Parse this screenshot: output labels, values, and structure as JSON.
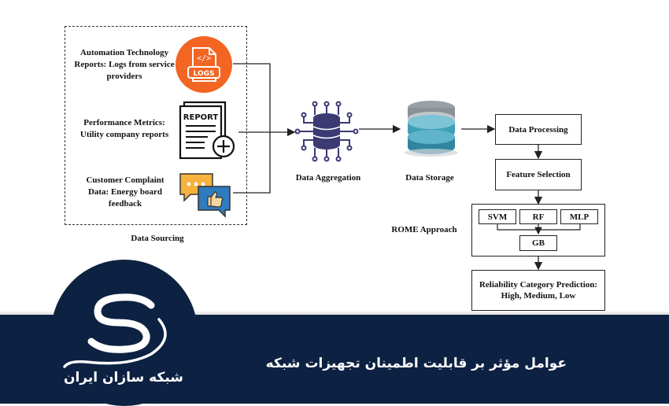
{
  "diagram": {
    "sources": [
      {
        "label": "Automation Technology Reports: Logs from service providers",
        "icon": "logs-icon",
        "icon_text": "LOGS"
      },
      {
        "label": "Performance Metrics: Utility company reports",
        "icon": "report-icon",
        "icon_text": "REPORT"
      },
      {
        "label": "Customer Complaint Data: Energy board feedback",
        "icon": "feedback-icon"
      }
    ],
    "data_sourcing_label": "Data Sourcing",
    "data_aggregation_label": "Data Aggregation",
    "data_storage_label": "Data Storage",
    "data_processing_label": "Data Processing",
    "feature_selection_label": "Feature Selection",
    "rome_label": "ROME Approach",
    "models": [
      "SVM",
      "RF",
      "MLP",
      "GB"
    ],
    "prediction_label": "Reliability Category Prediction: High, Medium, Low"
  },
  "banner": {
    "title": "عوامل مؤثر بر قابلیت اطمینان تجهیزات شبکه",
    "logo_text": "شبکه سازان ایران"
  },
  "colors": {
    "brand_navy": "#0d2142",
    "logs_orange": "#f26522",
    "aggregation_purple": "#3b3a73",
    "storage_teal": "#3f9fb8",
    "chat_yellow": "#f6b23d",
    "thumb_blue": "#2f7bbd"
  }
}
